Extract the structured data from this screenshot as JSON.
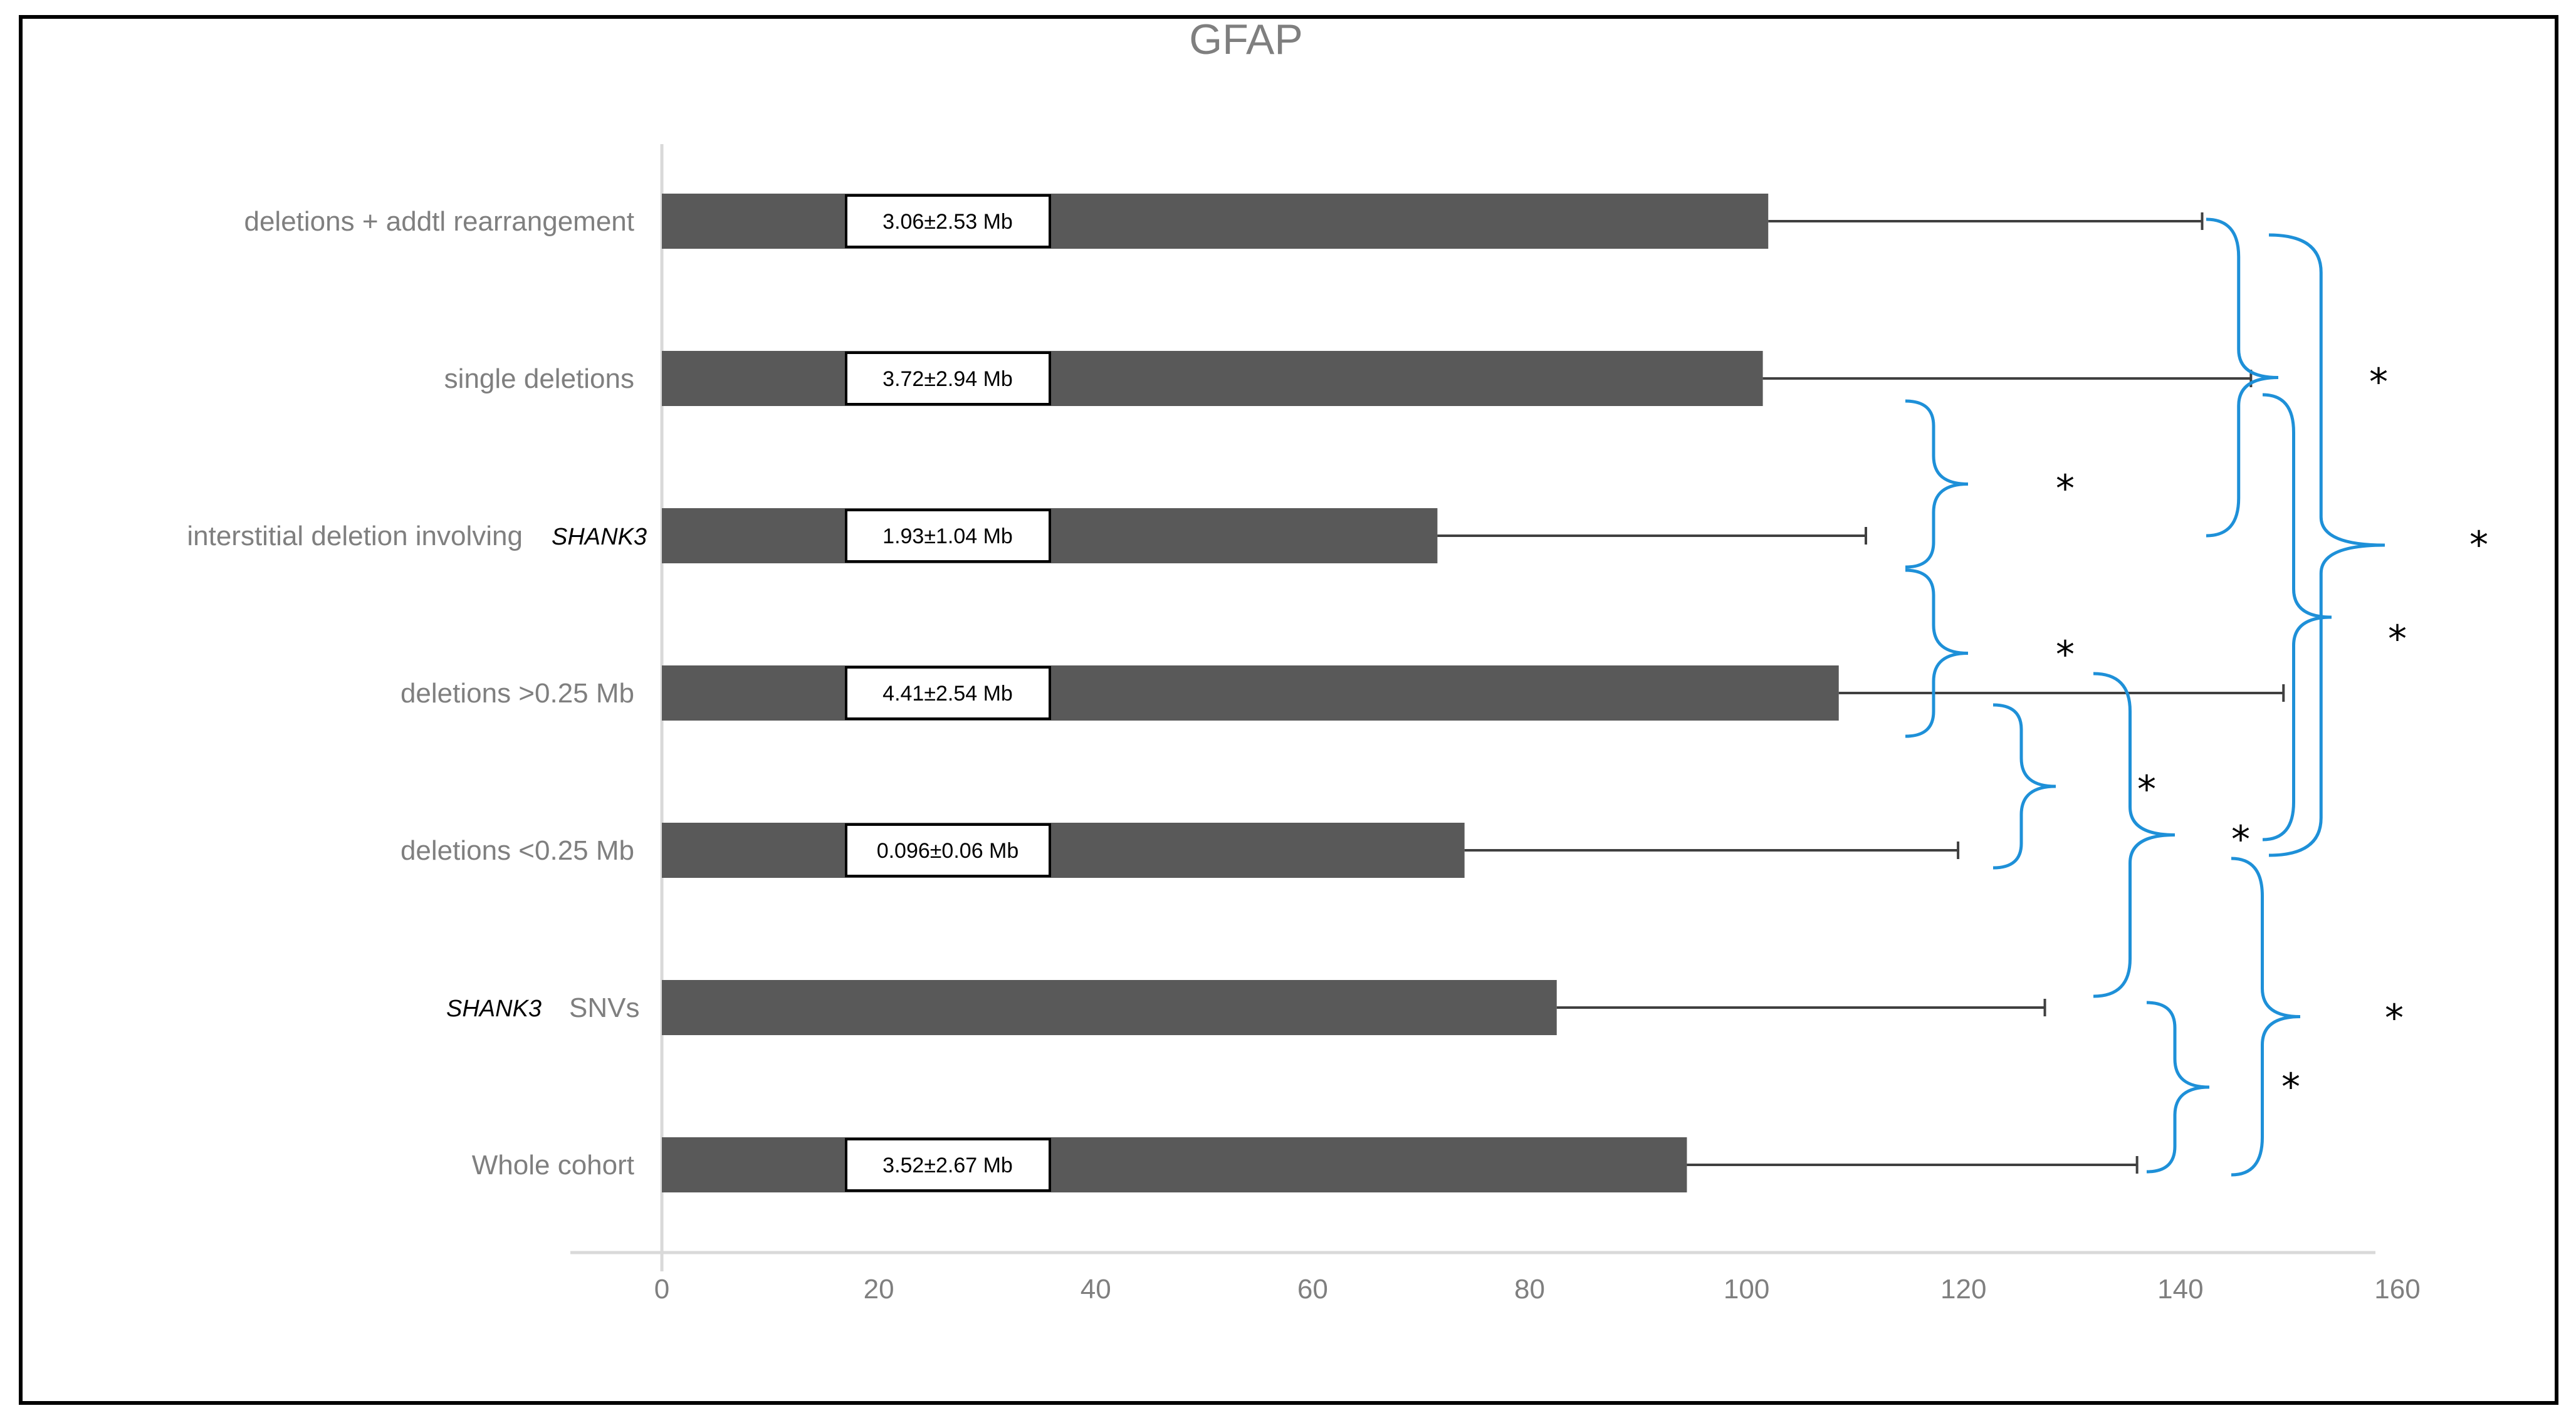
{
  "chart_data": {
    "type": "bar",
    "orientation": "horizontal",
    "title": "GFAP",
    "xlim": [
      0,
      160
    ],
    "x_ticks": [
      0,
      20,
      40,
      60,
      80,
      100,
      120,
      140,
      160
    ],
    "grid": false,
    "legend": "none",
    "colors": {
      "bar": "#595959",
      "error_bar": "#404040",
      "bracket": "#1e90d8",
      "axis": "#d9d9d9"
    },
    "categories": [
      {
        "label": "deletions + addtl rearrangement",
        "label_italic": "",
        "value": 102,
        "error": 40,
        "annotation": "3.06±2.53 Mb"
      },
      {
        "label": "single deletions",
        "label_italic": "",
        "value": 101.5,
        "error": 45,
        "annotation": "3.72±2.94 Mb"
      },
      {
        "label": "interstitial deletion involving",
        "label_italic": "SHANK3",
        "value": 71.5,
        "error": 39.5,
        "annotation": "1.93±1.04 Mb"
      },
      {
        "label": "deletions >0.25 Mb",
        "label_italic": "",
        "value": 108.5,
        "error": 41,
        "annotation": "4.41±2.54 Mb"
      },
      {
        "label": "deletions <0.25 Mb",
        "label_italic": "",
        "value": 74,
        "error": 45.5,
        "annotation": "0.096±0.06 Mb"
      },
      {
        "label": "SNVs",
        "label_italic": "SHANK3",
        "value": 82.5,
        "error": 45,
        "annotation": ""
      },
      {
        "label": "Whole cohort",
        "label_italic": "",
        "value": 94.5,
        "error": 41.5,
        "annotation": "3.52±2.67 Mb"
      }
    ],
    "significance": [
      {
        "groups": [
          "deletions + addtl rearrangement",
          "single deletions"
        ],
        "label": "*"
      },
      {
        "groups": [
          "deletions + addtl rearrangement",
          "deletions <0.25 Mb"
        ],
        "label": "*"
      },
      {
        "groups": [
          "single deletions",
          "interstitial deletion involving SHANK3"
        ],
        "label": "*"
      },
      {
        "groups": [
          "interstitial deletion involving SHANK3",
          "deletions >0.25 Mb"
        ],
        "label": "*"
      },
      {
        "groups": [
          "deletions >0.25 Mb",
          "deletions <0.25 Mb"
        ],
        "label": "*"
      },
      {
        "groups": [
          "single deletions",
          "deletions <0.25 Mb"
        ],
        "label": "*"
      },
      {
        "groups": [
          "deletions >0.25 Mb",
          "SHANK3 SNVs"
        ],
        "label": "*"
      },
      {
        "groups": [
          "deletions <0.25 Mb",
          "Whole cohort"
        ],
        "label": "*"
      },
      {
        "groups": [
          "SHANK3 SNVs",
          "Whole cohort"
        ],
        "label": "*"
      }
    ]
  }
}
